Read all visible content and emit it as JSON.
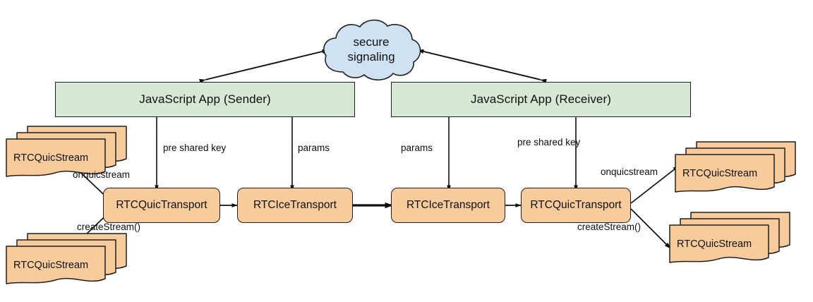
{
  "diagram": {
    "title": "WebRTC QUIC transport architecture",
    "colors": {
      "app_fill": "#d5e8d4",
      "transport_fill": "#f8cb9c",
      "stream_fill": "#f8cb9c",
      "cloud_fill": "#cfe2f3",
      "stroke": "#1f1f1f",
      "text": "#101010"
    },
    "cloud": {
      "line1": "secure",
      "line2": "signaling"
    },
    "apps": [
      {
        "id": "sender",
        "label": "JavaScript App (Sender)"
      },
      {
        "id": "receiver",
        "label": "JavaScript App (Receiver)"
      }
    ],
    "transports": [
      {
        "id": "quic-left",
        "label": "RTCQuicTransport"
      },
      {
        "id": "ice-left",
        "label": "RTCIceTransport"
      },
      {
        "id": "ice-right",
        "label": "RTCIceTransport"
      },
      {
        "id": "quic-right",
        "label": "RTCQuicTransport"
      }
    ],
    "stream_stacks": [
      {
        "id": "left-top",
        "label": "RTCQuicStream"
      },
      {
        "id": "left-bottom",
        "label": "RTCQuicStream"
      },
      {
        "id": "right-top",
        "label": "RTCQuicStream"
      },
      {
        "id": "right-bottom",
        "label": "RTCQuicStream"
      }
    ],
    "edge_labels": [
      {
        "id": "psk-left",
        "text": "pre shared key"
      },
      {
        "id": "params-left",
        "text": "params"
      },
      {
        "id": "params-right",
        "text": "params"
      },
      {
        "id": "psk-right",
        "text": "pre shared key"
      },
      {
        "id": "onquicstream-left",
        "text": "onquicstream"
      },
      {
        "id": "createstream-left",
        "text": "createStream()"
      },
      {
        "id": "onquicstream-right",
        "text": "onquicstream"
      },
      {
        "id": "createstream-right",
        "text": "createStream()"
      }
    ]
  }
}
